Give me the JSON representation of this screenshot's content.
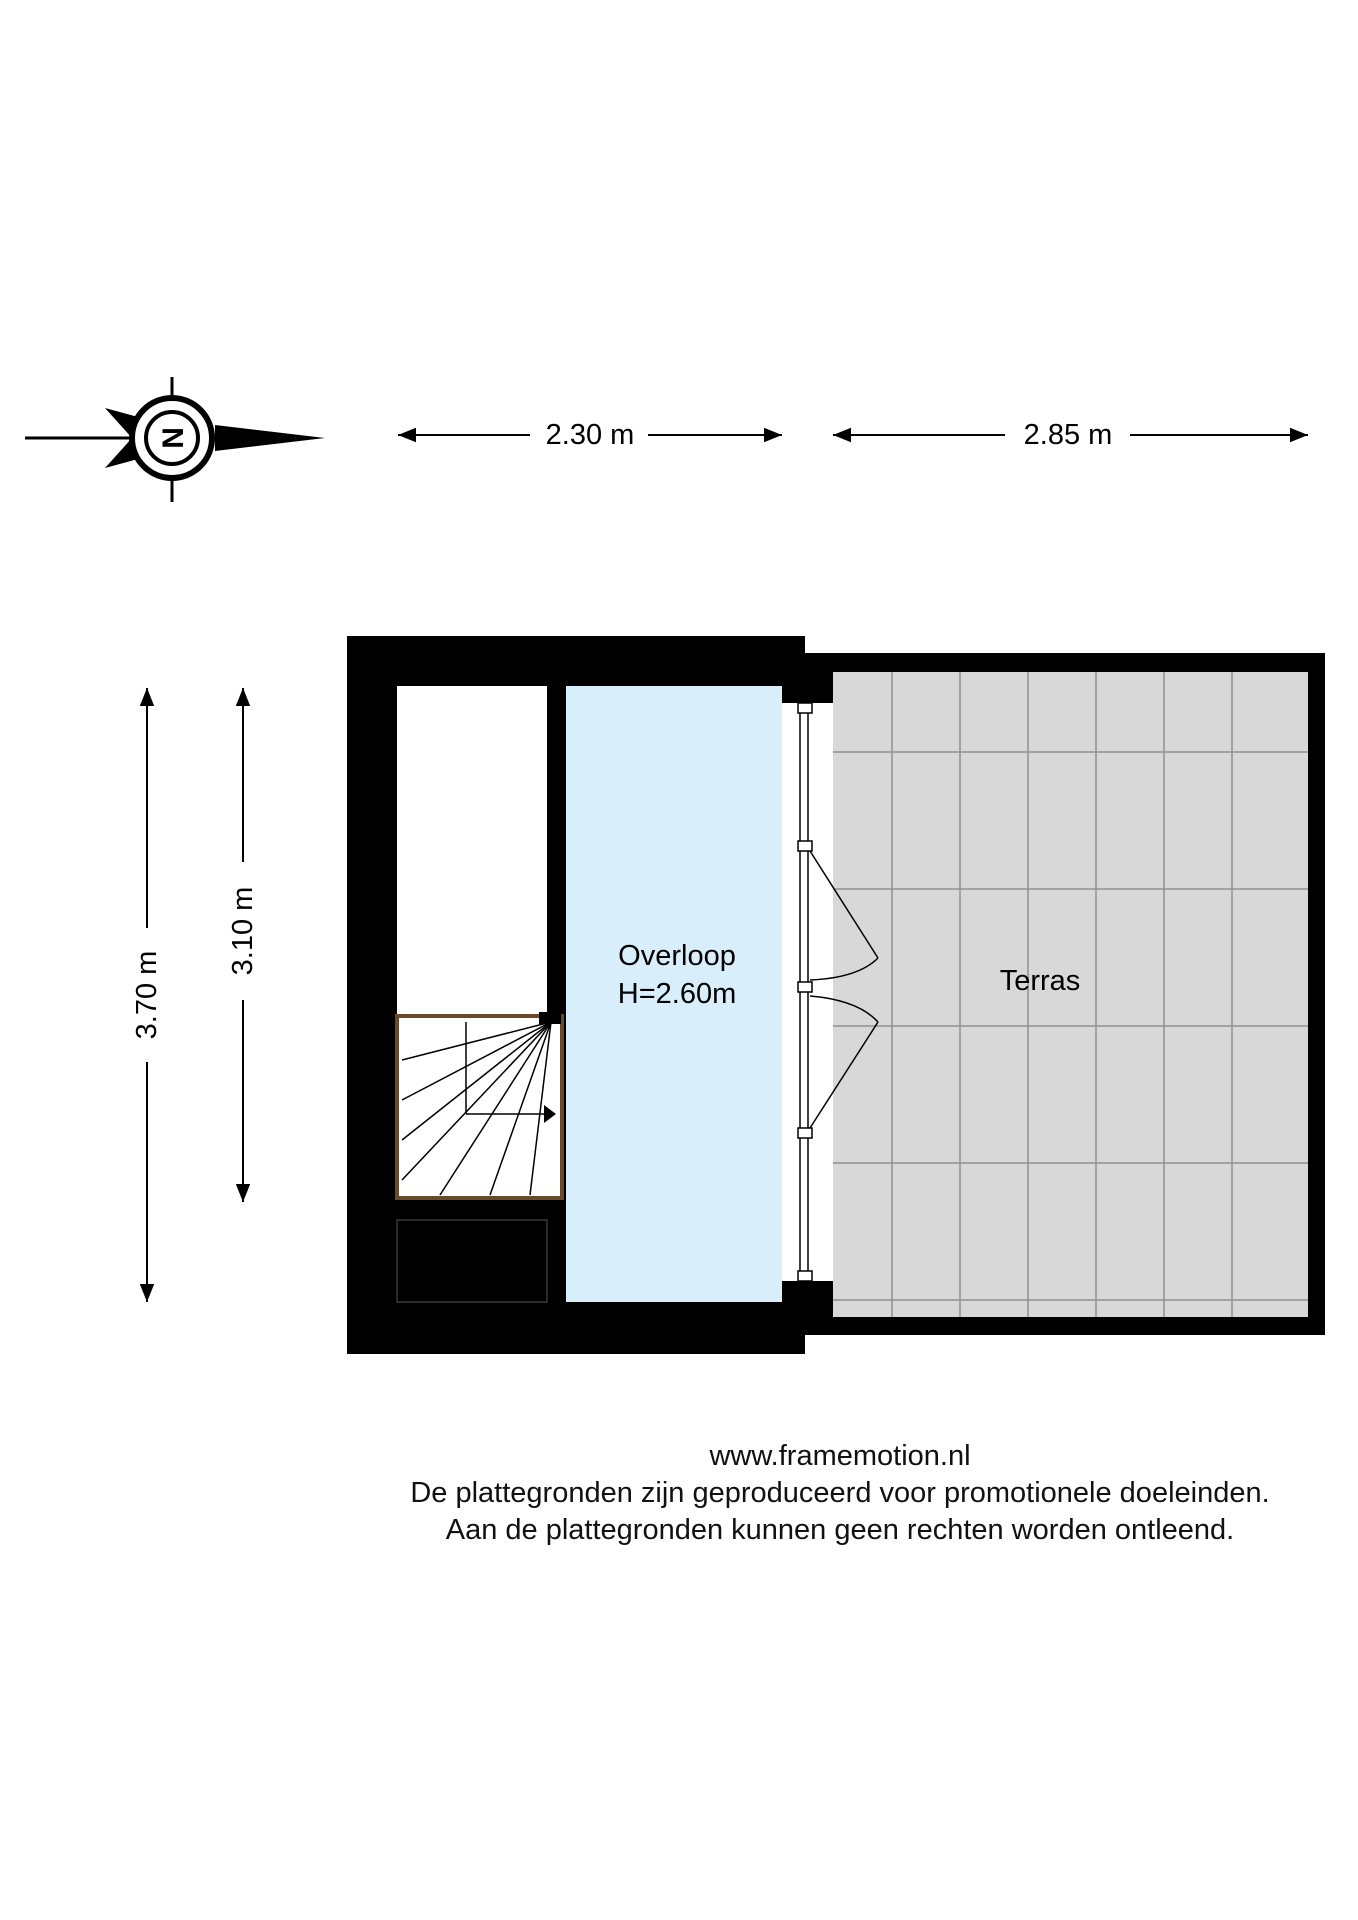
{
  "dimensions": {
    "top_left": "2.30 m",
    "top_right": "2.85 m",
    "left_outer": "3.70 m",
    "left_inner": "3.10 m"
  },
  "rooms": {
    "overloop_name": "Overloop",
    "overloop_height": "H=2.60m",
    "terras_name": "Terras"
  },
  "compass": {
    "letter": "N"
  },
  "footer": {
    "website": "www.framemotion.nl",
    "disclaimer_1": "De plattegronden zijn geproduceerd voor promotionele doeleinden.",
    "disclaimer_2": "Aan de plattegronden kunnen geen rechten worden ontleend."
  },
  "colors": {
    "wall": "#000000",
    "overloop_fill": "#d9eefb",
    "terras_fill": "#d8d8d8",
    "terras_grid": "#8f8f8f",
    "stair_frame": "#6b4a2a"
  }
}
